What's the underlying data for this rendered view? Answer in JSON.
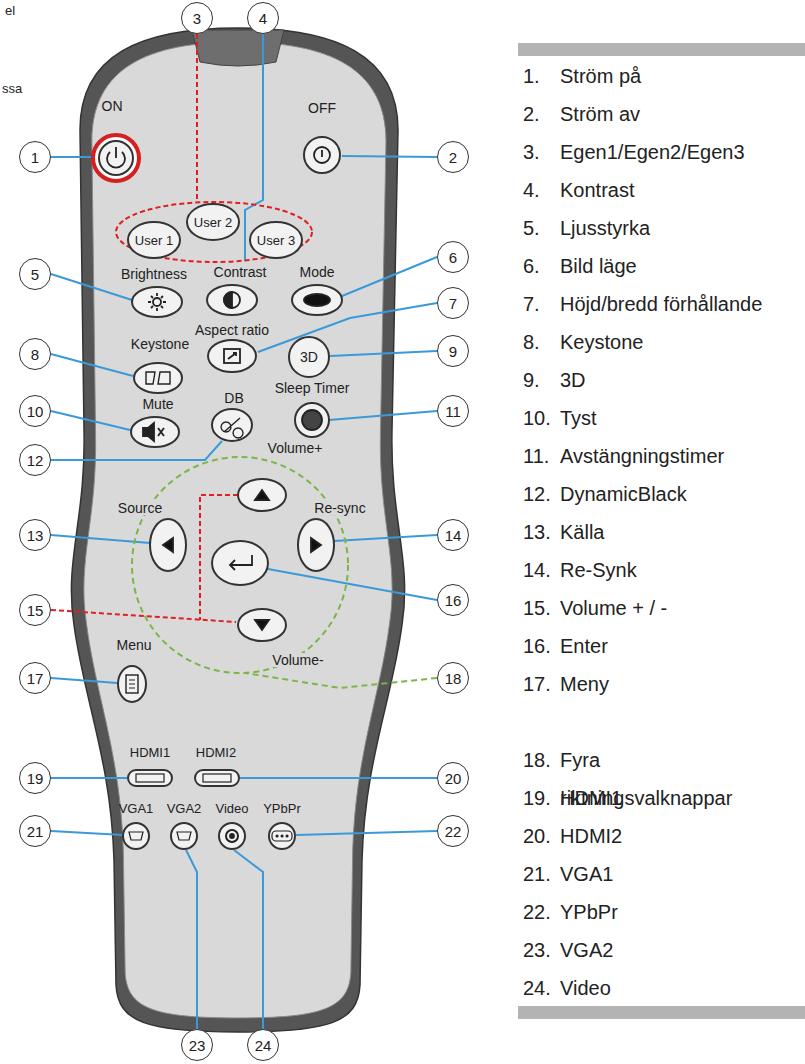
{
  "diagram": {
    "nodes": [
      {
        "text": [
          "1"
        ]
      },
      {
        "text": [
          "2"
        ]
      },
      {
        "text": [
          "3"
        ]
      },
      {
        "text": [
          "4"
        ]
      },
      {
        "text": [
          "5"
        ]
      },
      {
        "text": [
          "6"
        ]
      },
      {
        "text": [
          "7"
        ]
      },
      {
        "text": [
          "8"
        ]
      },
      {
        "text": [
          "9"
        ]
      },
      {
        "text": [
          "10"
        ]
      },
      {
        "text": [
          "11"
        ]
      },
      {
        "text": [
          "12"
        ]
      },
      {
        "text": [
          "13"
        ]
      },
      {
        "text": [
          "14"
        ]
      },
      {
        "text": [
          "15"
        ]
      },
      {
        "text": [
          "16"
        ]
      },
      {
        "text": [
          "17"
        ]
      },
      {
        "text": [
          "18"
        ]
      },
      {
        "text": [
          "19"
        ]
      },
      {
        "text": [
          "20"
        ]
      },
      {
        "text": [
          "21"
        ]
      },
      {
        "text": [
          "22"
        ]
      },
      {
        "text": [
          "23"
        ]
      },
      {
        "text": [
          "24"
        ]
      }
    ],
    "labels": [
      "el",
      "ssa",
      "ON",
      "OFF",
      "User 1",
      "User 2",
      "User 3",
      "Brightness",
      "Contrast",
      "Mode",
      "Aspect ratio",
      "Keystone",
      "3D",
      "DB",
      "Mute",
      "Sleep Timer",
      "Volume+",
      "Source",
      "Re-sync",
      "Menu",
      "Volume-",
      "HDMI1",
      "HDMI2",
      "VGA1",
      "VGA2",
      "Video",
      "YPbPr",
      "1.",
      "Ström på",
      "2.",
      "Ström av",
      "3.",
      "Egen1/Egen2/Egen3",
      "4.",
      "Kontrast",
      "5.",
      "Ljusstyrka",
      "6.",
      "Bild läge",
      "7.",
      "Höjd/bredd förhållande",
      "8.",
      "Keystone",
      "9.",
      "3D",
      "10.",
      "Tyst",
      "11.",
      "Avstängningstimer",
      "12.",
      "DynamicBlack",
      "13.",
      "Källa",
      "14.",
      "Re-Synk",
      "15.",
      "Volume + / -",
      "16.",
      "Enter",
      "17.",
      "Meny",
      "18.",
      "Fyra riktningsvalknappar",
      "19.",
      "HDMI1",
      "20.",
      "HDMI2",
      "21.",
      "VGA1",
      "22.",
      "YPbPr",
      "23.",
      "VGA2",
      "24.",
      "Video"
    ]
  }
}
